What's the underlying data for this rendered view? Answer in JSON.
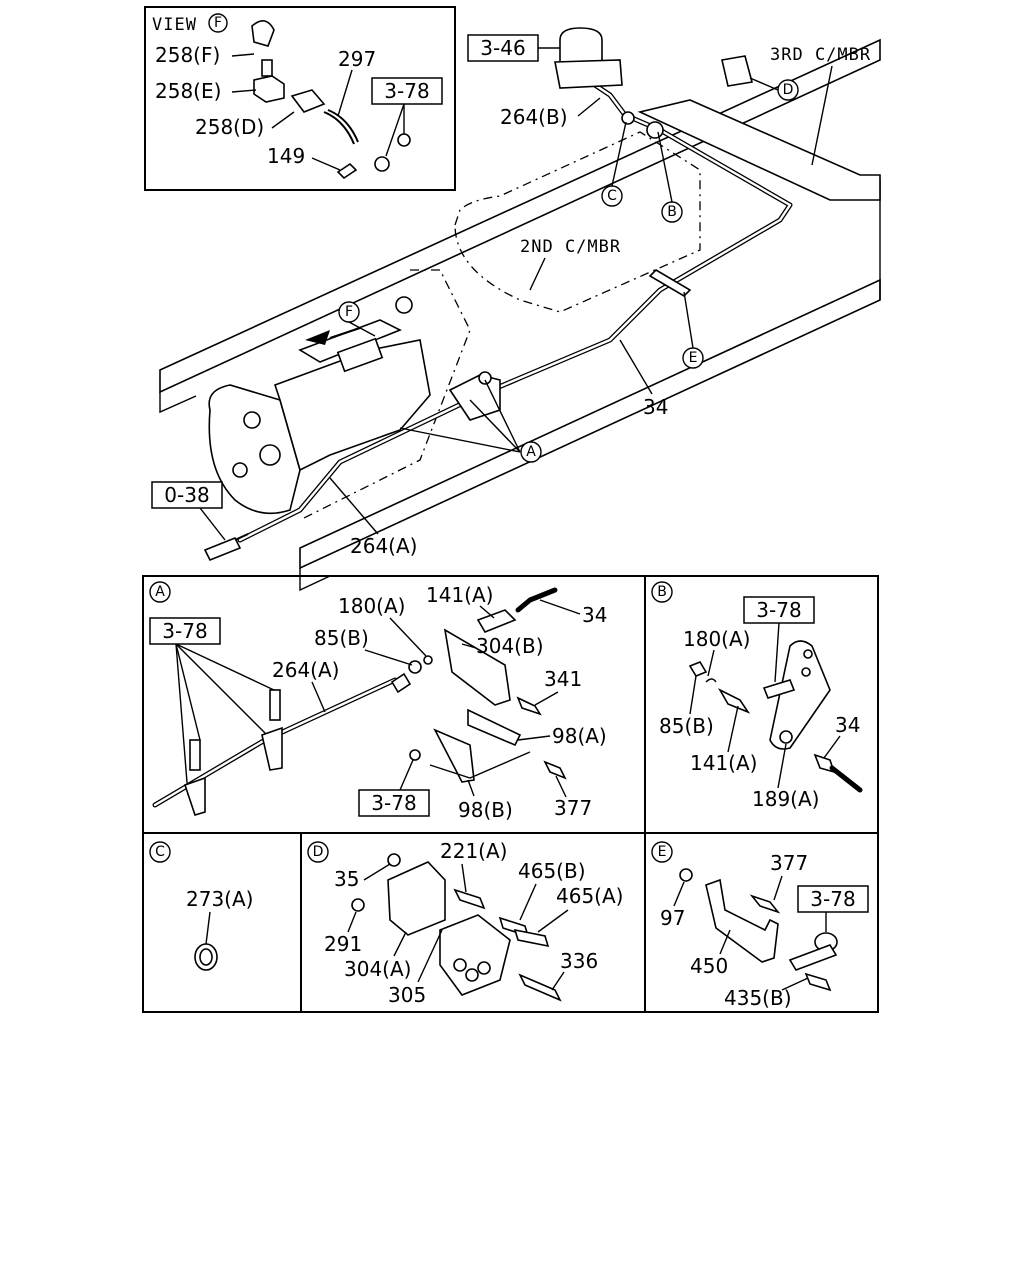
{
  "top": {
    "view_title": "VIEW",
    "view_ref": "F",
    "view_labels": [
      "258(F)",
      "258(E)",
      "258(D)",
      "297",
      "149"
    ],
    "view_ref_box": "3-78",
    "ref_box_top": "3-46",
    "ref_box_bottom": "0-38",
    "third_member": "3RD C/MBR",
    "second_member": "2ND C/MBR",
    "labels": {
      "l264b": "264(B)",
      "l34": "34",
      "l264a": "264(A)"
    },
    "callouts": [
      "A",
      "B",
      "C",
      "D",
      "E",
      "F"
    ]
  },
  "panel_a": {
    "ref": "A",
    "box1": "3-78",
    "box2": "3-78",
    "labels": [
      "180(A)",
      "141(A)",
      "34",
      "85(B)",
      "304(B)",
      "264(A)",
      "341",
      "98(A)",
      "98(B)",
      "377"
    ]
  },
  "panel_b": {
    "ref": "B",
    "box": "3-78",
    "labels": [
      "180(A)",
      "85(B)",
      "34",
      "141(A)",
      "189(A)"
    ]
  },
  "panel_c": {
    "ref": "C",
    "labels": [
      "273(A)"
    ]
  },
  "panel_d": {
    "ref": "D",
    "labels": [
      "221(A)",
      "35",
      "465(B)",
      "465(A)",
      "291",
      "304(A)",
      "305",
      "336"
    ]
  },
  "panel_e": {
    "ref": "E",
    "box": "3-78",
    "labels": [
      "377",
      "97",
      "450",
      "435(B)"
    ]
  }
}
